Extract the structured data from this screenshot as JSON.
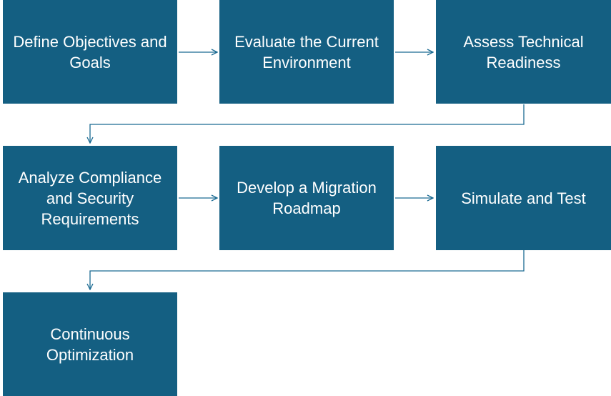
{
  "flow": {
    "steps": [
      {
        "label": "Define Objectives and Goals"
      },
      {
        "label": "Evaluate the Current Environment"
      },
      {
        "label": "Assess Technical Readiness"
      },
      {
        "label": "Analyze Compliance and Security Requirements"
      },
      {
        "label": "Develop a Migration Roadmap"
      },
      {
        "label": "Simulate and Test"
      },
      {
        "label": "Continuous Optimization"
      }
    ]
  },
  "colors": {
    "box_fill": "#145f82",
    "box_text": "#ffffff",
    "connector": "#1a6a92",
    "background": "#ffffff"
  }
}
